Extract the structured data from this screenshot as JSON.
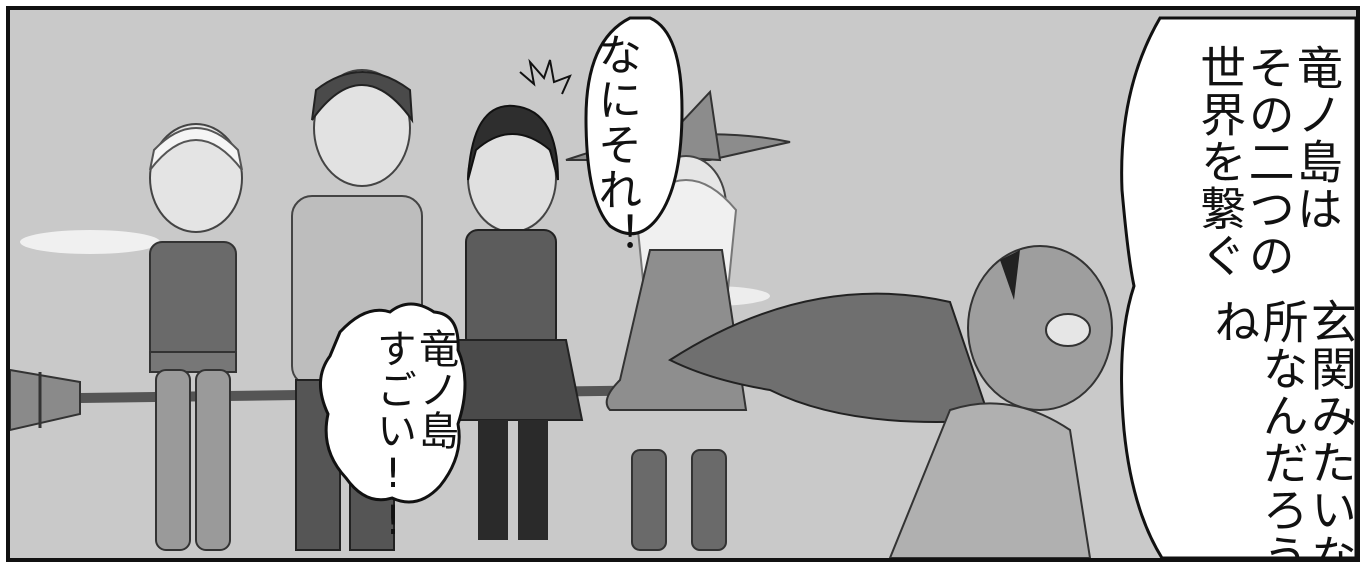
{
  "panel": {
    "background_color": "#c9c9c9",
    "border_color": "#111111"
  },
  "speech_bubbles": {
    "nanisore": "なにそれ！",
    "ryuunoshima_sugoi": "竜ノ島\nすごい!!",
    "narration_top": "竜ノ島は\nその二つの\n世界を繋ぐ",
    "narration_bottom": "玄関みたいな\n所なんだろう\nね"
  },
  "icons": [
    "anger-mark-icon"
  ]
}
